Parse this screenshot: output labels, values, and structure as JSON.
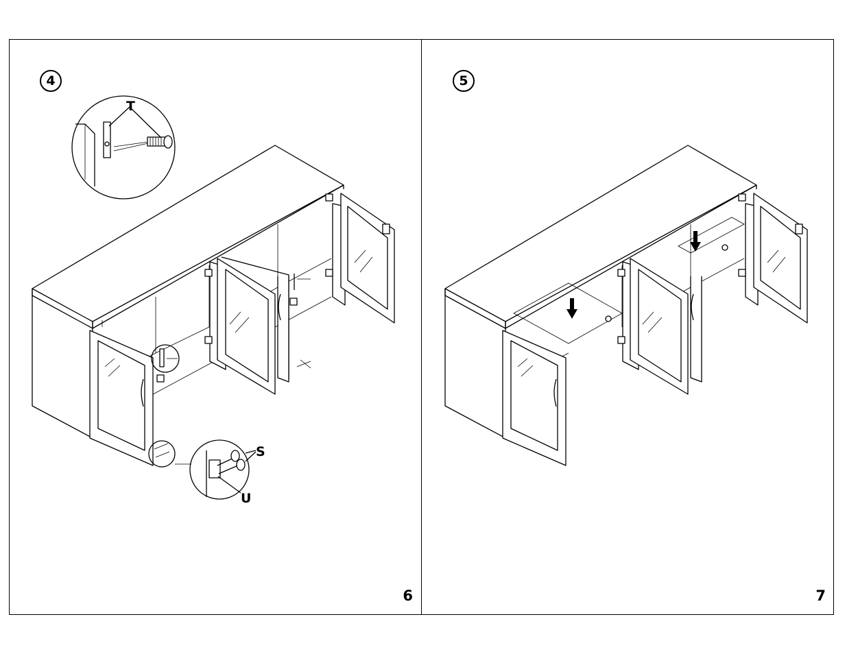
{
  "pages": [
    {
      "step_number": "4",
      "page_number": "6",
      "part_labels": {
        "t": "T",
        "s": "S",
        "u": "U"
      }
    },
    {
      "step_number": "5",
      "page_number": "7"
    }
  ],
  "colors": {
    "line": "#000000",
    "background": "#ffffff"
  }
}
